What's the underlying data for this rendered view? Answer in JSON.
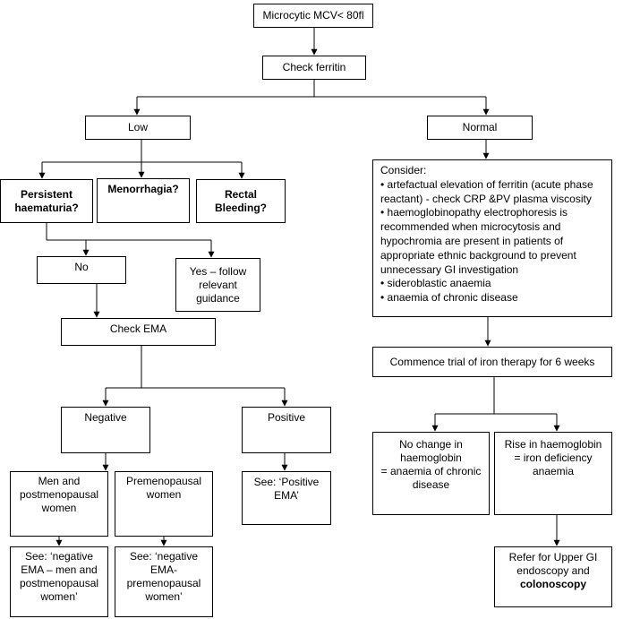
{
  "nodes": {
    "microcytic": "Microcytic MCV< 80fl",
    "check_ferritin": "Check ferritin",
    "low": "Low",
    "normal": "Normal",
    "persistent_haematuria": [
      "Persistent",
      "haematuria?"
    ],
    "menorrhagia": "Menorrhagia?",
    "rectal_bleeding": [
      "Rectal",
      "Bleeding?"
    ],
    "no": "No",
    "yes_follow": [
      "Yes – follow",
      "relevant",
      "guidance"
    ],
    "check_ema": "Check EMA",
    "negative": "Negative",
    "positive": "Positive",
    "men_postmenopausal": [
      "Men and",
      "postmenopausal",
      "women"
    ],
    "premenopausal": [
      "Premenopausal",
      "women"
    ],
    "see_positive_ema": [
      "See: ‘Positive",
      "EMA’"
    ],
    "see_negative_men": [
      "See: ‘negative",
      "EMA – men and",
      "postmenopausal",
      "women’"
    ],
    "see_negative_pre": [
      "See: ‘negative",
      "EMA-",
      "premenopausal",
      "women’"
    ],
    "consider": [
      "Consider:",
      "• artefactual elevation of ferritin (acute phase",
      "reactant) - check CRP &PV plasma viscosity",
      "• haemoglobinopathy electrophoresis is",
      "recommended when microcytosis and",
      "hypochromia are present in patients of",
      "appropriate ethnic background to prevent",
      "unnecessary GI investigation",
      "• sideroblastic anaemia",
      "• anaemia of chronic disease"
    ],
    "commence_iron": "Commence trial of iron therapy for 6 weeks",
    "no_change": [
      "No change in",
      "haemoglobin",
      "= anaemia of chronic",
      "disease"
    ],
    "rise_hb": [
      "Rise in haemoglobin",
      "= iron deficiency",
      "anaemia"
    ],
    "refer_upper_gi": [
      "Refer for Upper GI",
      "endoscopy and"
    ],
    "refer_colonoscopy": "colonoscopy"
  }
}
